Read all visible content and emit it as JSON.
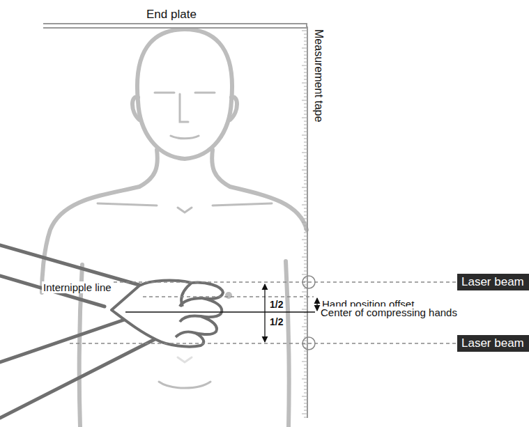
{
  "diagram": {
    "nodes": [
      {
        "text": [
          "Laser beam"
        ]
      },
      {
        "text": [
          "Laser beam"
        ]
      }
    ],
    "labels": [
      "End plate",
      "Measurement tape",
      "Internipple line",
      "Hand position offset",
      "Center of compressing hands",
      "1/2",
      "1/2"
    ]
  }
}
